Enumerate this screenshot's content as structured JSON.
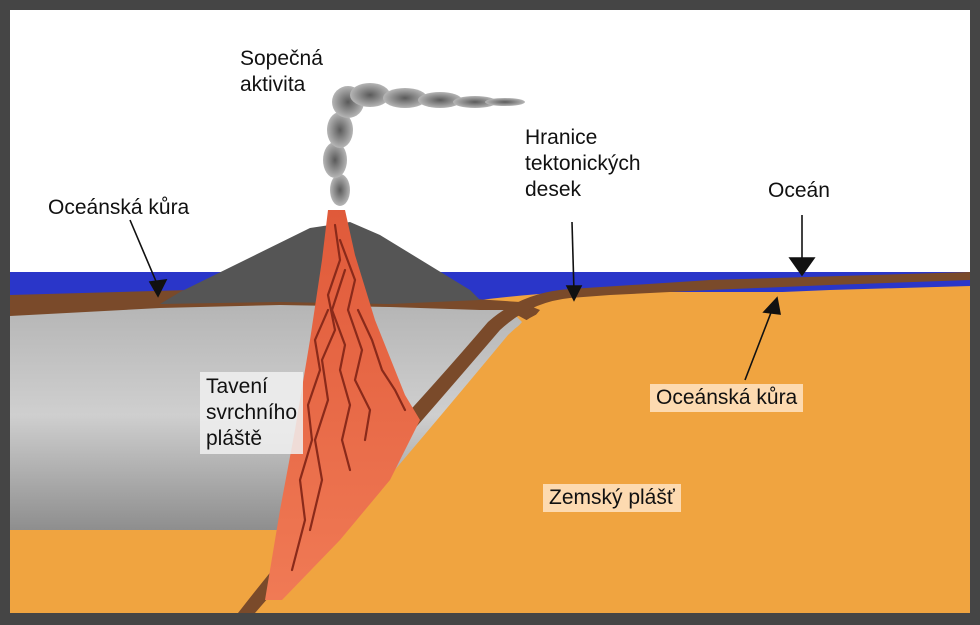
{
  "labels": {
    "volcanic_activity": "Sopečná\naktivita",
    "oceanic_crust_left": "Oceánská kůra",
    "plate_boundary": "Hranice\ntektonických\ndesek",
    "ocean": "Oceán",
    "mantle_melting": "Tavení\nsvrchního\npláště",
    "oceanic_crust_right": "Oceánská kůra",
    "earth_mantle": "Zemský plášť"
  },
  "colors": {
    "frame": "#454545",
    "sky": "#ffffff",
    "ocean": "#2a36c9",
    "crust": "#7a4a2a",
    "mantle": "#f0a440",
    "continental_block": "#a8a8a8",
    "volcano": "#555555",
    "magma": "#e8684a",
    "smoke": "#8a8a8a"
  }
}
